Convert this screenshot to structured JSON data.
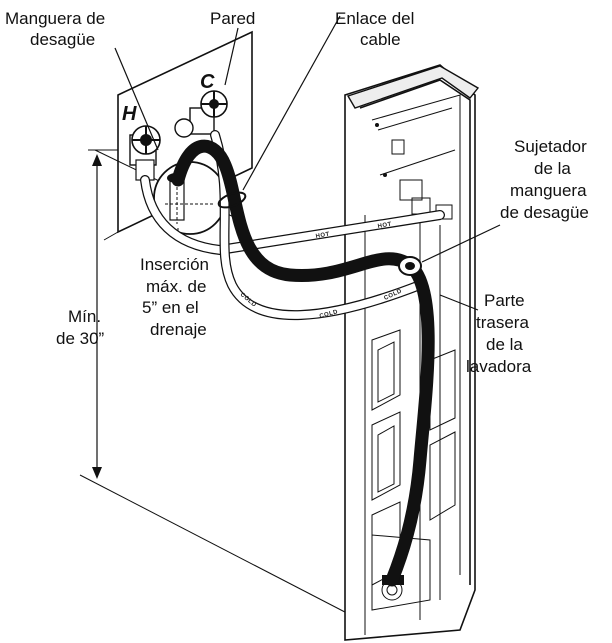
{
  "labels": {
    "drain_hose": [
      "Manguera de",
      "desagüe"
    ],
    "wall": "Pared",
    "cable_link": [
      "Enlace del",
      "cable"
    ],
    "hose_clamp": [
      "Sujetador",
      "de la",
      "manguera",
      "de desagüe"
    ],
    "insertion": [
      "Inserción",
      "máx. de",
      "5” en el",
      "drenaje"
    ],
    "min_height": [
      "Mín.",
      "de 30”"
    ],
    "washer_back": [
      "Parte",
      "trasera",
      "de la",
      "lavadora"
    ]
  },
  "faucets": {
    "hot_letter": "H",
    "cold_letter": "C"
  },
  "hoses": {
    "hot": "HOT",
    "cold": "COLD"
  }
}
